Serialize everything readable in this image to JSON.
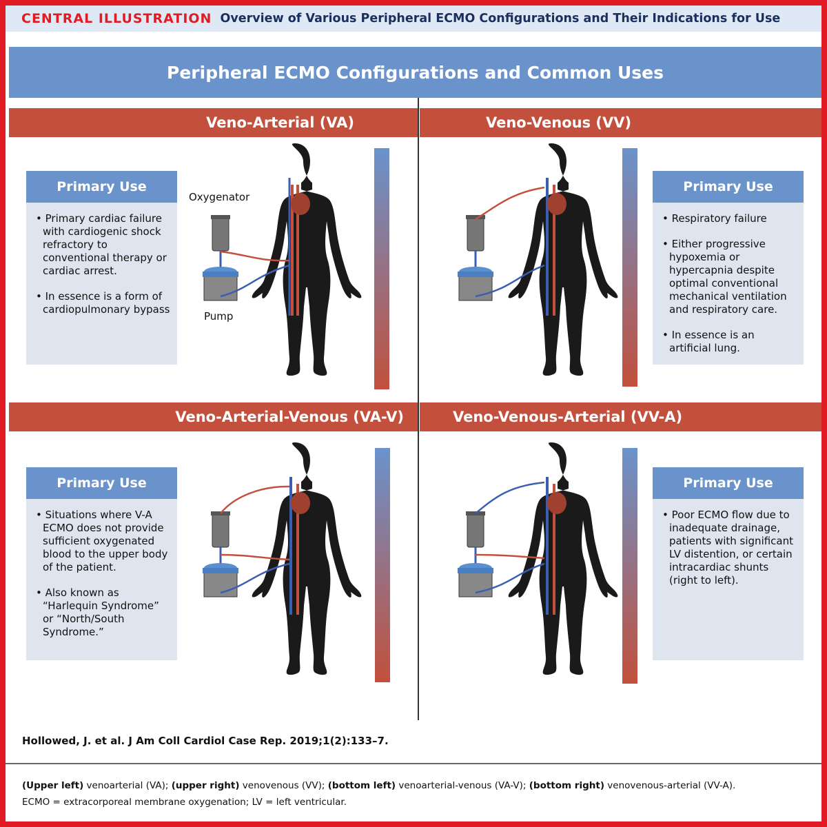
{
  "header": {
    "label": "CENTRAL ILLUSTRATION",
    "title": "Overview of Various Peripheral ECMO Configurations and Their Indications for Use"
  },
  "main_title": "Peripheral ECMO Configurations and Common Uses",
  "panels": [
    {
      "title": "Veno-Arterial (VA)",
      "box_title": "Primary Use",
      "items": [
        "Primary cardiac failure with cardiogenic shock refractory to conventional therapy or cardiac arrest.",
        "In essence is a form of cardiopulmonary bypass"
      ],
      "oxygenator_label": "Oxygenator",
      "pump_label": "Pump"
    },
    {
      "title": "Veno-Venous (VV)",
      "box_title": "Primary Use",
      "items": [
        "Respiratory failure",
        "Either progressive hypoxemia or hypercapnia despite optimal conventional mechanical ventilation and respiratory care.",
        "In essence is an artificial lung."
      ]
    },
    {
      "title": "Veno-Arterial-Venous (VA-V)",
      "box_title": "Primary Use",
      "items": [
        "Situations where V-A ECMO does not provide sufficient oxygenated blood to the upper body of the patient.",
        "Also known as “Harlequin Syndrome” or “North/South Syndrome.”"
      ]
    },
    {
      "title": "Veno-Venous-Arterial (VV-A)",
      "box_title": "Primary Use",
      "items": [
        "Poor ECMO flow due to inadequate drainage, patients with significant LV distention, or certain intracardiac shunts (right to left)."
      ]
    }
  ],
  "citation": "Hollowed, J. et al. J Am Coll Cardiol Case Rep. 2019;1(2):133–7.",
  "footnote": {
    "ul_b": "(Upper left)",
    "ul": " venoarterial (VA); ",
    "ur_b": "(upper right)",
    "ur": " venovenous (VV); ",
    "bl_b": "(bottom left)",
    "bl": " venoarterial-venous (VA-V); ",
    "br_b": "(bottom right)",
    "br": " venovenous-arterial (VV-A).",
    "line2": "ECMO = extracorporeal membrane oxygenation; LV = left ventricular."
  },
  "colors": {
    "red": "#c2503c",
    "blue": "#6a93cc",
    "brand": "#e01b24"
  }
}
